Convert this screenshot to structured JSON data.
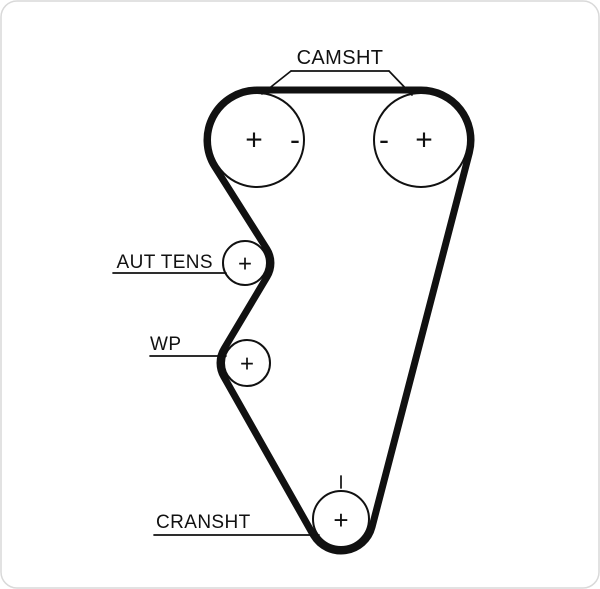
{
  "diagram": {
    "type": "timing-belt-routing",
    "labels": {
      "camshaft": "CAMSHT",
      "aut_tens": "AUT TENS",
      "water_pump": "WP",
      "crankshaft": "CRANSHT"
    },
    "marks": {
      "plus": "+",
      "minus": "-"
    },
    "colors": {
      "belt": "#111111",
      "outline": "#111111",
      "background": "#ffffff",
      "border": "#d9d9d9"
    }
  }
}
